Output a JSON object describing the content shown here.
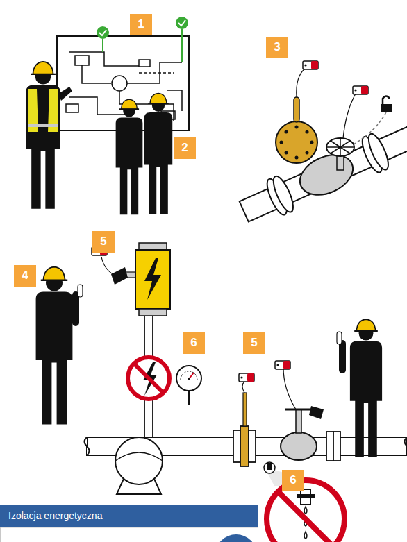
{
  "diagram": {
    "nodes": [
      {
        "text": [
          "1"
        ]
      },
      {
        "text": [
          "3"
        ]
      },
      {
        "text": [
          "2"
        ]
      },
      {
        "text": [
          "5"
        ]
      },
      {
        "text": [
          "4"
        ]
      },
      {
        "text": [
          "6"
        ]
      },
      {
        "text": [
          "5"
        ]
      },
      {
        "text": [
          "6"
        ]
      },
      {
        "text": [
          "Izolacja energetyczna"
        ]
      }
    ]
  }
}
